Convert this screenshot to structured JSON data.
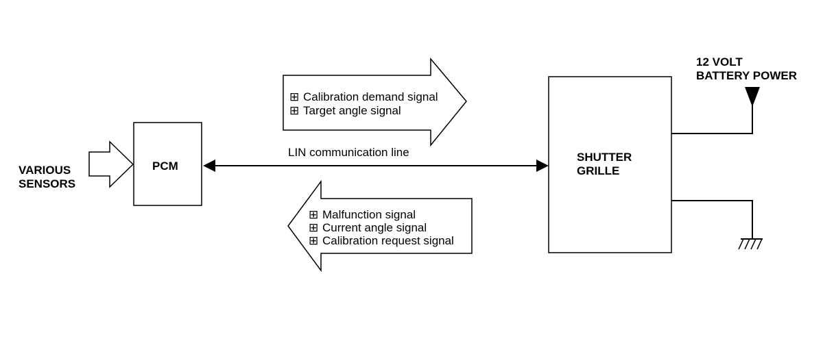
{
  "inputs": {
    "line1": "VARIOUS",
    "line2": "SENSORS"
  },
  "pcm": {
    "label": "PCM"
  },
  "shutter_grille": {
    "line1": "SHUTTER",
    "line2": "GRILLE"
  },
  "power": {
    "line1": "12 VOLT",
    "line2": "BATTERY POWER"
  },
  "communication": {
    "label": "LIN communication line"
  },
  "pcm_to_grille_signals": [
    "Calibration demand signal",
    "Target angle signal"
  ],
  "grille_to_pcm_signals": [
    "Malfunction signal",
    "Current angle signal",
    "Calibration request signal"
  ],
  "bullet_marker": "⊞"
}
